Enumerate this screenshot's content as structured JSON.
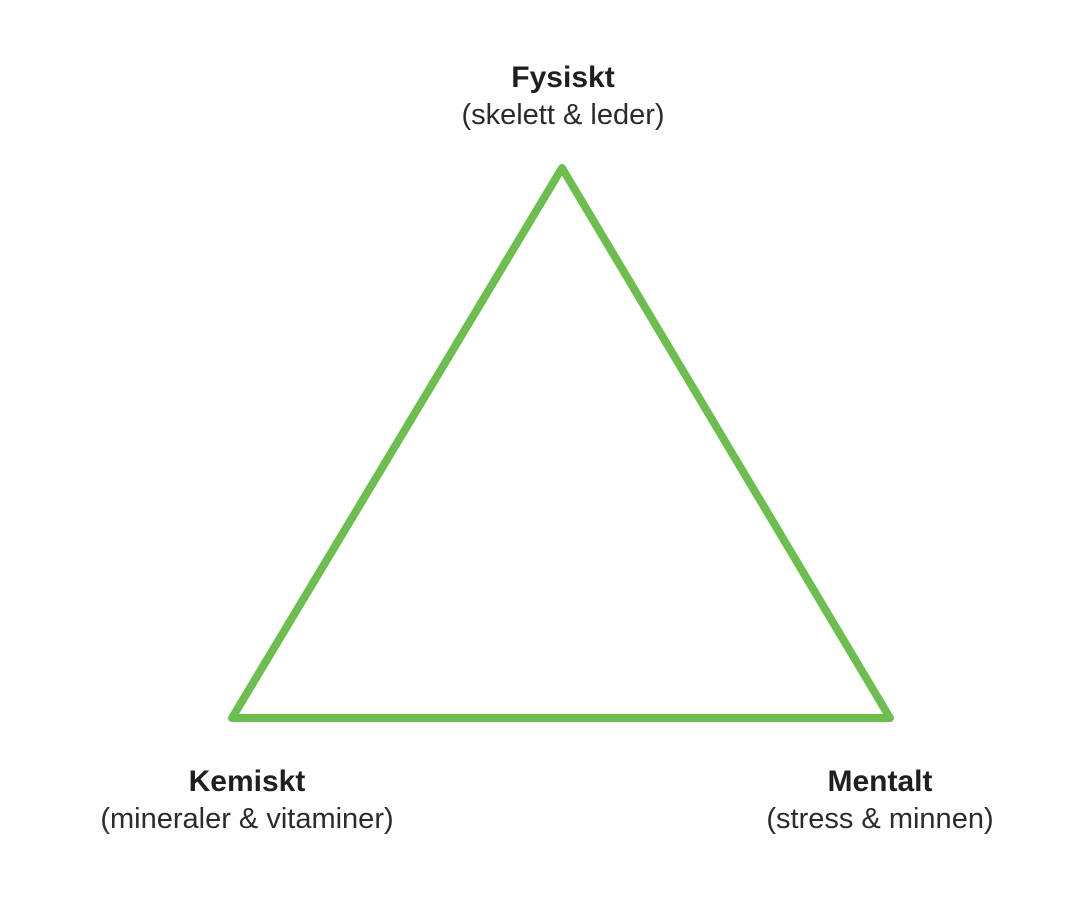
{
  "diagram": {
    "stroke_color": "#6cbf4f",
    "nodes": {
      "top": {
        "title": "Fysiskt",
        "subtitle": "(skelett & leder)"
      },
      "left": {
        "title": "Kemiskt",
        "subtitle": "(mineraler & vitaminer)"
      },
      "right": {
        "title": "Mentalt",
        "subtitle": "(stress & minnen)"
      }
    }
  }
}
